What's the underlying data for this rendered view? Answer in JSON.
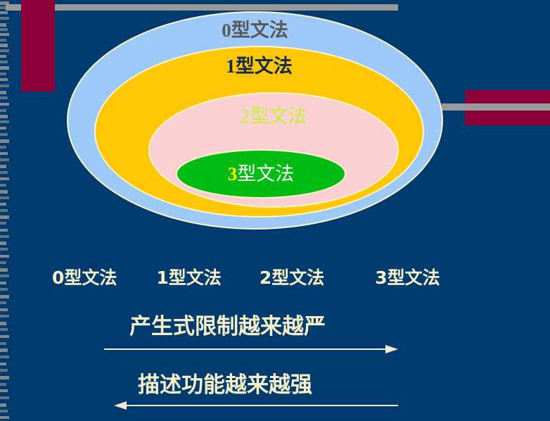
{
  "slide": {
    "background_color": "#003B6F",
    "accent_maroon": "#8C0039",
    "accent_gray": "#9A9A9A",
    "label_cream": "#F7F0C8",
    "border_cream": "#FFF6C9"
  },
  "diagram": {
    "type": "nested-ellipse-venn",
    "rings": [
      {
        "id": "ring-0",
        "label": "0型文法",
        "number": "0",
        "rest": "型文法",
        "fill": "#9CC9F7",
        "text_color": "#595959"
      },
      {
        "id": "ring-1",
        "label": "1型文法",
        "number": "1",
        "rest": "型文法",
        "fill": "#FFC706",
        "text_color": "#102A52"
      },
      {
        "id": "ring-2",
        "label": "2型文法",
        "number": "2",
        "rest": "型文法",
        "fill": "#FBD0D2",
        "text_color": "#C4F03A"
      },
      {
        "id": "ring-3",
        "label": "3型文法",
        "number": "3",
        "rest": "型文法",
        "fill": "#00BC12",
        "text_color": "#FFFFFF",
        "number_color": "#FFF000"
      }
    ]
  },
  "legend": {
    "items": [
      {
        "label": "0型文法"
      },
      {
        "label": "1型文法"
      },
      {
        "label": "2型文法"
      },
      {
        "label": "3型文法"
      }
    ]
  },
  "axes": [
    {
      "caption": "产生式限制越来越严",
      "direction": "right"
    },
    {
      "caption": "描述功能越来越强",
      "direction": "left"
    }
  ]
}
